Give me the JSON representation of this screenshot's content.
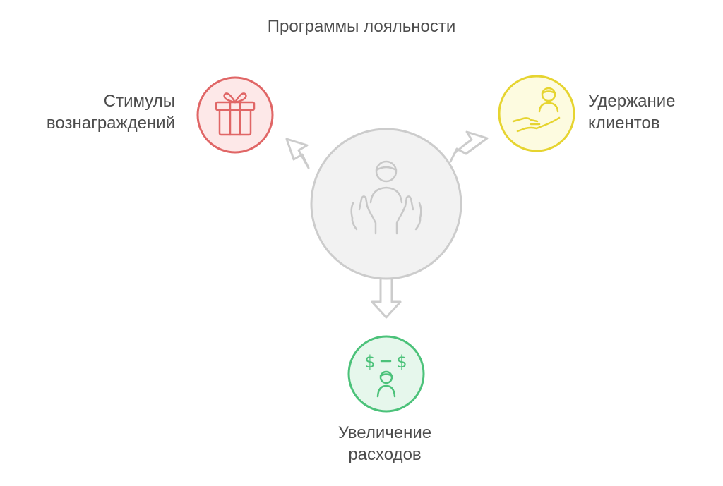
{
  "title": "Программы лояльности",
  "center_node": {
    "icon": "caring-hands-person-icon",
    "fill": "#f2f2f2",
    "stroke": "#cccccc"
  },
  "nodes": [
    {
      "id": "rewards",
      "label_lines": [
        "Стимулы",
        "вознаграждений"
      ],
      "icon": "gift-icon",
      "fill": "#fde8e8",
      "stroke": "#e06666"
    },
    {
      "id": "retention",
      "label_lines": [
        "Удержание",
        "клиентов"
      ],
      "icon": "hand-holding-person-icon",
      "fill": "#fdfbe0",
      "stroke": "#e6d430"
    },
    {
      "id": "spending",
      "label_lines": [
        "Увеличение",
        "расходов"
      ],
      "icon": "person-money-icon",
      "fill": "#e6f7ec",
      "stroke": "#4cc27a"
    }
  ]
}
